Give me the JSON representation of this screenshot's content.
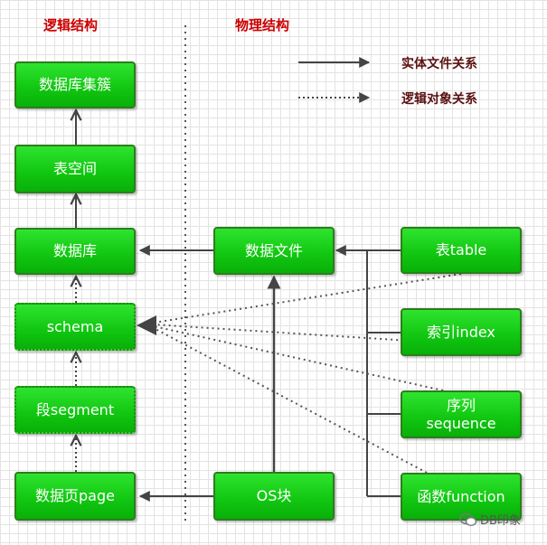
{
  "headings": {
    "logical": "逻辑结构",
    "physical": "物理结构"
  },
  "legend": {
    "solid_label": "实体文件关系",
    "dotted_label": "逻辑对象关系"
  },
  "nodes": {
    "db_cluster": "数据库集簇",
    "tablespace": "表空间",
    "database": "数据库",
    "schema": "schema",
    "segment": "段segment",
    "data_page": "数据页page",
    "data_file": "数据文件",
    "os_block": "OS块",
    "table": "表table",
    "index": "索引index",
    "sequence_line1": "序列",
    "sequence_line2": "sequence",
    "function": "函数function"
  },
  "watermark": {
    "icon": "wechat-icon",
    "text": "DB印象"
  },
  "colors": {
    "node_fill": "#12c812",
    "node_border": "#2e7d1e",
    "heading": "#cc0000",
    "legend_text": "#5a1010",
    "connector": "#444444"
  }
}
